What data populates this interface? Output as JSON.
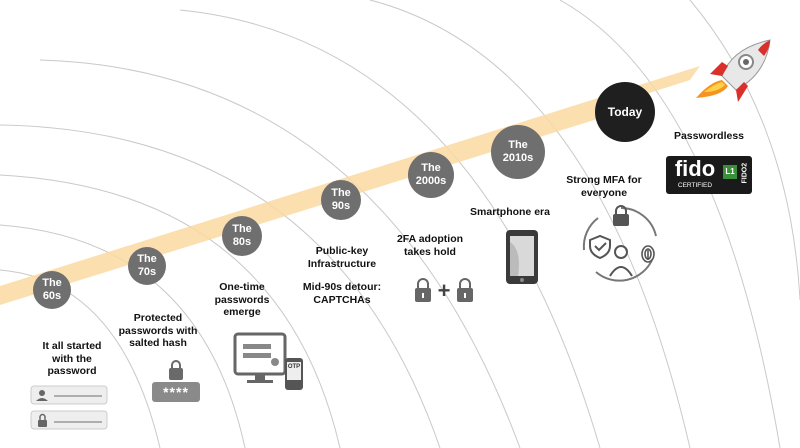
{
  "eras": [
    {
      "line1": "The",
      "line2": "60s"
    },
    {
      "line1": "The",
      "line2": "70s"
    },
    {
      "line1": "The",
      "line2": "80s"
    },
    {
      "line1": "The",
      "line2": "90s"
    },
    {
      "line1": "The",
      "line2": "2000s"
    },
    {
      "line1": "The",
      "line2": "2010s"
    },
    {
      "line1": "Today",
      "line2": ""
    }
  ],
  "milestones": {
    "m60s": [
      "It all started",
      "with the",
      "password"
    ],
    "m70s": [
      "Protected",
      "passwords with",
      "salted hash"
    ],
    "m80s": [
      "One-time",
      "passwords",
      "emerge"
    ],
    "m90s_a": [
      "Public-key",
      "Infrastructure"
    ],
    "m90s_b": [
      "Mid-90s detour:",
      "CAPTCHAs"
    ],
    "m2000s": [
      "2FA adoption",
      "takes hold"
    ],
    "m2010s": [
      "Smartphone era"
    ],
    "mstrong": [
      "Strong MFA for",
      "everyone"
    ],
    "mtoday": [
      "Passwordless"
    ]
  },
  "icons": {
    "password_mask": "****",
    "otp_tag": "OTP",
    "fido_word": "fido",
    "fido_certified": "CERTIFIED",
    "fido2_text": "FIDO2",
    "fido_l1": "L1",
    "plus_sign": "+"
  },
  "colors": {
    "trail": "#fcd9a1",
    "era_grey": "#6f6f6f",
    "era_today": "#1f1f1f",
    "arc": "#c9c9c9",
    "icon": "#555555",
    "rocket_red": "#d9302b",
    "flame": "#f7941d"
  }
}
